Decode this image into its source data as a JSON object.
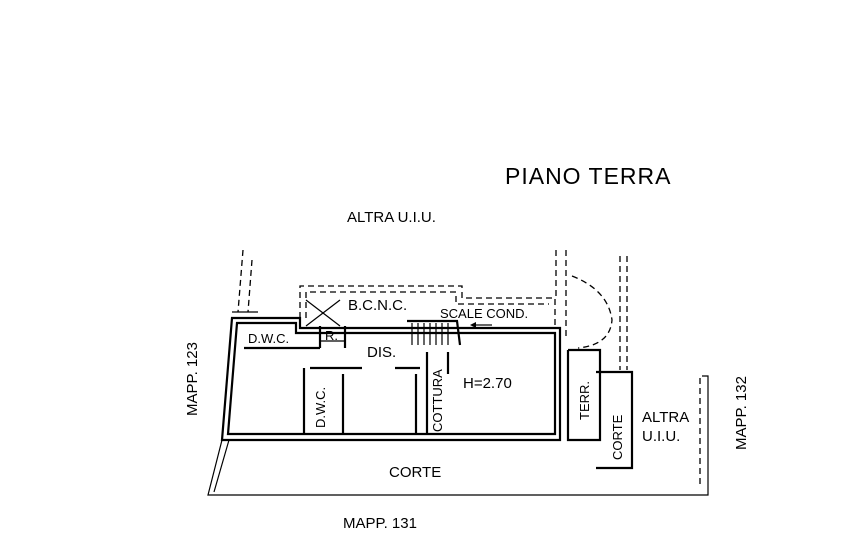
{
  "drawing": {
    "title": "PIANO TERRA",
    "boundaries": {
      "top": "ALTRA U.I.U.",
      "left": "MAPP. 123",
      "right": "MAPP. 132",
      "bottom": "MAPP. 131"
    },
    "rooms": {
      "bcnc": "B.C.N.C.",
      "scale_cond": "SCALE COND.",
      "dwc_top": "D.W.C.",
      "r": "R.",
      "dis": "DIS.",
      "dwc_vertical": "D.W.C.",
      "cottura": "COTTURA",
      "height": "H=2.70",
      "terr": "TERR.",
      "corte_vertical": "CORTE",
      "altra_line1": "ALTRA",
      "altra_line2": "U.I.U.",
      "corte_bottom": "CORTE"
    }
  }
}
